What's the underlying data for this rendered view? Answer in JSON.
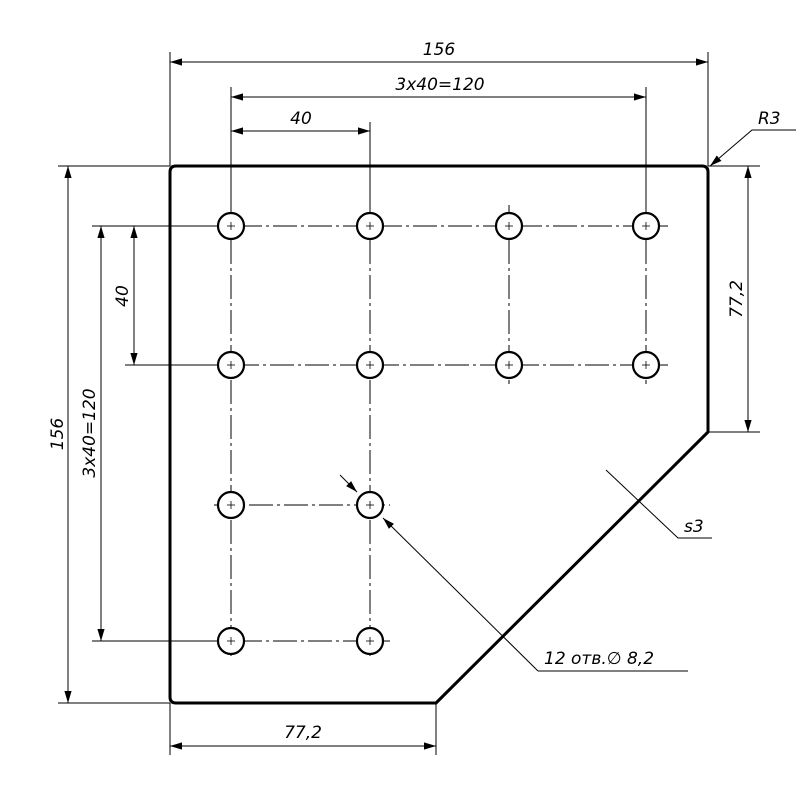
{
  "dimensions": {
    "overall_width": "156",
    "hole_span_horizontal": "3x40=120",
    "hole_pitch_horizontal": "40",
    "corner_radius": "R3",
    "right_edge_height": "77,2",
    "overall_height": "156",
    "hole_span_vertical": "3x40=120",
    "hole_pitch_vertical": "40",
    "thickness": "s3",
    "holes_callout": "12 отв.∅ 8,2",
    "bottom_edge_width": "77,2"
  },
  "holes": {
    "count": 12,
    "diameter": 8.2,
    "pitch": 40
  },
  "colors": {
    "line": "#000000",
    "background": "#ffffff"
  }
}
